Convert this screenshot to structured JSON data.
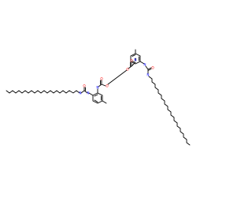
{
  "colors": {
    "background": "#ffffff",
    "bond": "#000000",
    "O": "#ff0000",
    "N": "#0000ff"
  },
  "atoms": [
    {
      "el": "N",
      "label": "N"
    },
    {
      "el": "O",
      "label": "O"
    },
    {
      "el": "N",
      "label": "N"
    },
    {
      "el": "O",
      "label": "O"
    },
    {
      "el": "O",
      "label": "O"
    },
    {
      "el": "N",
      "label": "N"
    },
    {
      "el": "O",
      "label": "O"
    },
    {
      "el": "N",
      "label": "N"
    },
    {
      "el": "N",
      "label": "N"
    },
    {
      "el": "O",
      "label": "O"
    },
    {
      "el": "N",
      "label": "N"
    },
    {
      "el": "O",
      "label": "O"
    }
  ]
}
